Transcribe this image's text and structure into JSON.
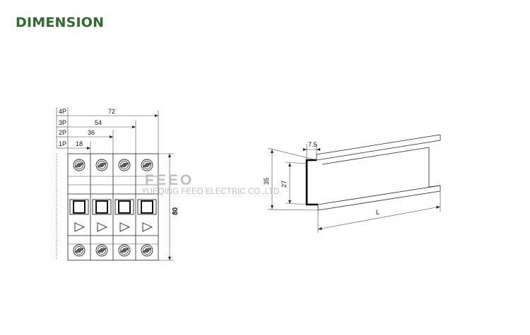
{
  "heading": "DIMENSION",
  "watermark": {
    "logo": "FEEO",
    "company": "YUEQING FEEO ELECTRIC CO.,LTD"
  },
  "breaker": {
    "poles": [
      "4P",
      "3P",
      "2P",
      "1P"
    ],
    "widths": [
      "72",
      "54",
      "36",
      "18"
    ],
    "height": "80"
  },
  "din_rail": {
    "top_width": "7.5",
    "outer_height": "35",
    "inner_height": "27",
    "length": "L"
  },
  "colors": {
    "heading": "#2e6b2e",
    "watermark": "#b9b9b9"
  }
}
